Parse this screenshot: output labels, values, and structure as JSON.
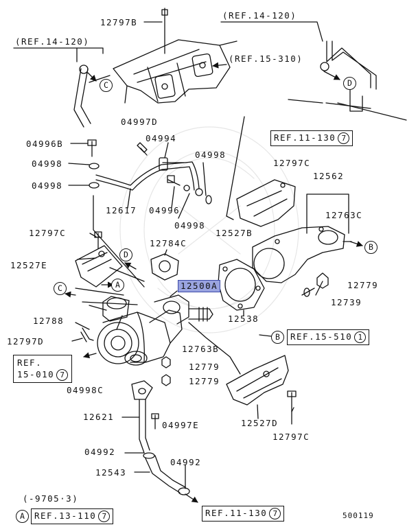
{
  "diagram": {
    "part_labels": {
      "p12797B": "12797B",
      "p04997D": "04997D",
      "p04994": "04994",
      "p04996B": "04996B",
      "p04998a": "04998",
      "p04998b": "04998",
      "p04998c": "04998",
      "p04998d": "04998",
      "p04996": "04996",
      "p12617": "12617",
      "p12797Ca": "12797C",
      "p12797Cb": "12797C",
      "p12797Cc": "12797C",
      "p12527E": "12527E",
      "p12784C": "12784C",
      "p12527B": "12527B",
      "p12562": "12562",
      "p12763C": "12763C",
      "p12779a": "12779",
      "p12779b": "12779",
      "p12779c": "12779",
      "p12739": "12739",
      "p12538": "12538",
      "p12788": "12788",
      "p12797D": "12797D",
      "p12763B": "12763B",
      "p04998C": "04998C",
      "p12621": "12621",
      "p04997E": "04997E",
      "p04992a": "04992",
      "p04992b": "04992",
      "p12543": "12543",
      "p12527D": "12527D"
    },
    "highlighted_part": "12500A",
    "refs": {
      "ref_14_120_left": "(REF.14-120)",
      "ref_14_120_right": "(REF.14-120)",
      "ref_15_310": "(REF.15-310)",
      "ref_11_130_top": "REF.11-130",
      "ref_11_130_top_num": "7",
      "ref_15_510": "REF.15-510",
      "ref_15_510_num": "1",
      "ref_15_010_line1": "REF.",
      "ref_15_010_line2": "15-010",
      "ref_15_010_num": "7",
      "ref_11_130_bottom": "REF.11-130",
      "ref_11_130_bottom_num": "7",
      "ref_13_110": "REF.13-110",
      "ref_13_110_num": "7"
    },
    "callouts": {
      "A": "A",
      "B": "B",
      "C": "C",
      "D": "D"
    },
    "date_note": "(-9705·3)",
    "diagram_number": "500119"
  }
}
